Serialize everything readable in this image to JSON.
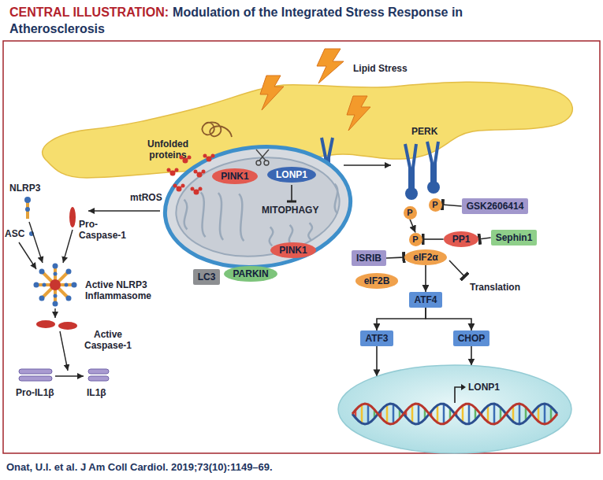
{
  "diagram": {
    "title": "Modulation of the Integrated Stress Response in Atherosclerosis",
    "caption": "Onat, U.I. et al. J Am Coll Cardiol. 2019;73(10):1149–69.",
    "nodes": [
      {
        "text": [
          "P"
        ]
      },
      {
        "text": [
          "P"
        ]
      },
      {
        "text": [
          "GSK2606414"
        ]
      },
      {
        "text": [
          "MITOPHAGY"
        ]
      },
      {
        "text": [
          "PINK1"
        ],
        "in": 3
      },
      {
        "text": [
          "LONP1"
        ],
        "in": 3
      },
      {
        "text": [
          "PINK1"
        ]
      },
      {
        "text": [
          "PARKIN"
        ]
      },
      {
        "text": [
          "LC3"
        ]
      },
      {
        "text": [
          "P"
        ]
      },
      {
        "text": [
          "PP1"
        ]
      },
      {
        "text": [
          "Sephin1"
        ]
      },
      {
        "text": [
          "ISRIB"
        ]
      },
      {
        "text": [
          "eIF2α"
        ]
      },
      {
        "text": [
          "eIF2B"
        ]
      },
      {
        "text": [
          "ATF4"
        ]
      },
      {
        "text": [
          "ATF3"
        ]
      },
      {
        "text": [
          "CHOP"
        ]
      },
      {
        "text": [
          "LONP1"
        ]
      }
    ],
    "edges": [
      {
        "from": 2,
        "to": 1,
        "arrow": "to"
      },
      {
        "from": 0,
        "to": 9,
        "arrow": "to"
      },
      {
        "from": 10,
        "to": 9,
        "arrow": "to"
      },
      {
        "from": 11,
        "to": 10,
        "arrow": "to"
      },
      {
        "from": 12,
        "to": 13,
        "arrow": "to"
      },
      {
        "from": 13,
        "to": 15,
        "arrow": "to"
      },
      {
        "from": 15,
        "to": 16,
        "arrow": "to"
      },
      {
        "from": 15,
        "to": 17,
        "arrow": "to"
      },
      {
        "from": 16,
        "to": 18,
        "arrow": "to"
      },
      {
        "from": 17,
        "to": 18,
        "arrow": "to"
      }
    ],
    "labels": [
      "CENTRAL ILLUSTRATION:",
      "Lipid Stress",
      "Unfolded proteins",
      "PERK",
      "NLRP3",
      "ASC",
      "Pro-Caspase-1",
      "mtROS",
      "Active NLRP3 Inflammasome",
      "Active Caspase-1",
      "Pro-IL1β",
      "IL1β",
      "Translation"
    ]
  }
}
